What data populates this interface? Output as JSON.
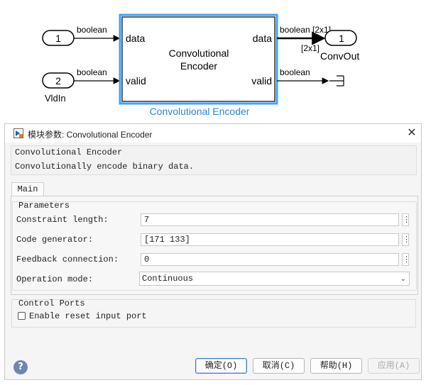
{
  "diagram": {
    "inport1": {
      "number": "1",
      "signal_type": "boolean"
    },
    "inport2": {
      "number": "2",
      "signal_type": "boolean",
      "name": "VldIn"
    },
    "block": {
      "line1": "Convolutional",
      "line2": "Encoder",
      "port_in_data": "data",
      "port_in_valid": "valid",
      "port_out_data": "data",
      "port_out_valid": "valid",
      "name": "Convolutional Encoder"
    },
    "outport1": {
      "number": "1",
      "name": "ConvOut",
      "signal_type": "boolean [2x1]",
      "dims": "[2x1]"
    },
    "terminator": {
      "signal_type": "boolean"
    },
    "colors": {
      "block_border": "#3aa3ff",
      "block_name": "#2a86d8"
    }
  },
  "dialog": {
    "title": "模块参数: Convolutional Encoder",
    "block_type": "Convolutional Encoder",
    "description": "Convolutionally encode binary data.",
    "tab_main": "Main",
    "parameters_title": "Parameters",
    "constraint_length": {
      "label": "Constraint length:",
      "value": "7"
    },
    "code_generator": {
      "label": "Code generator:",
      "value": "[171 133]"
    },
    "feedback_connection": {
      "label": "Feedback connection:",
      "value": "0"
    },
    "operation_mode": {
      "label": "Operation mode:",
      "value": "Continuous"
    },
    "control_ports_title": "Control Ports",
    "enable_reset": {
      "label": "Enable reset input port",
      "checked": false
    },
    "help_glyph": "?",
    "more_glyph": "⋮",
    "buttons": {
      "ok": "确定(O)",
      "cancel": "取消(C)",
      "help": "帮助(H)",
      "apply": "应用(A)"
    }
  }
}
